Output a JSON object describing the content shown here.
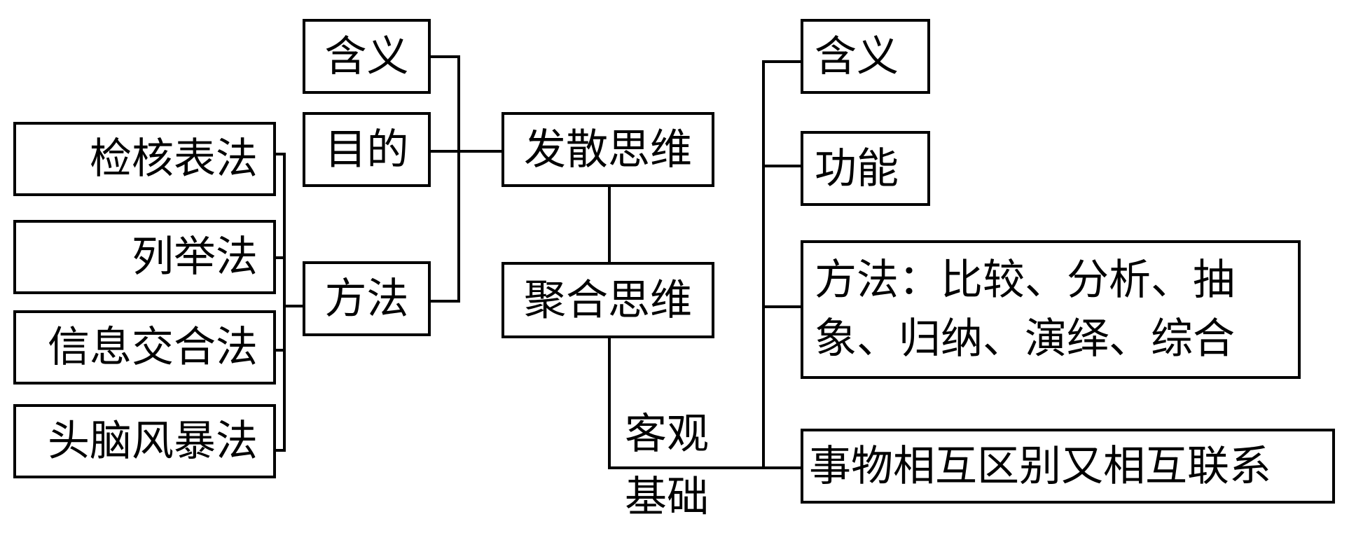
{
  "diagram": {
    "left_methods": [
      {
        "label": "检核表法"
      },
      {
        "label": "列举法"
      },
      {
        "label": "信息交合法"
      },
      {
        "label": "头脑风暴法"
      }
    ],
    "divergent_branches": [
      {
        "label": "含义"
      },
      {
        "label": "目的"
      },
      {
        "label": "方法"
      }
    ],
    "divergent_thinking": {
      "label": "发散思维"
    },
    "convergent_thinking": {
      "label": "聚合思维"
    },
    "objective_basis": {
      "line1": "客观",
      "line2": "基础"
    },
    "convergent_branches": [
      {
        "label": "含义"
      },
      {
        "label": "功能"
      },
      {
        "label": "方法：比较、分析、抽象、归纳、演绎、综合"
      },
      {
        "label": "事物相互区别又相互联系"
      }
    ]
  }
}
